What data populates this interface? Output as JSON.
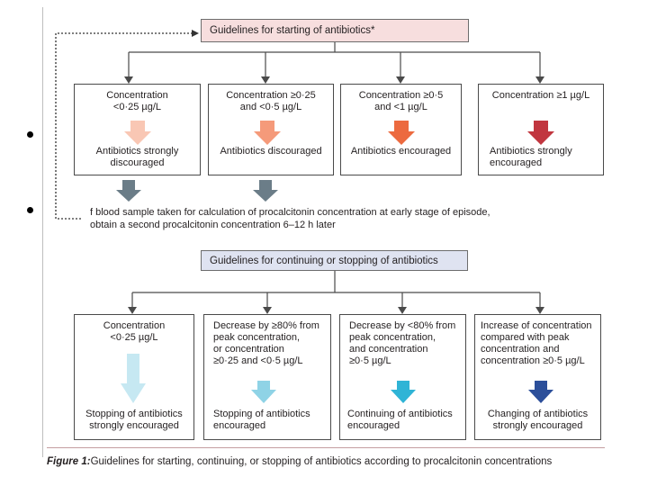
{
  "starting": {
    "header": "Guidelines for starting of antibiotics*",
    "header_bg": "#f7dede",
    "boxes": [
      {
        "top": "Concentration\n<0·25 µg/L",
        "bottom": "Antibiotics strongly\ndiscouraged",
        "arrow_color": "#f9c7b4"
      },
      {
        "top": "Concentration ≥0·25\nand <0·5 µg/L",
        "bottom": "Antibiotics discouraged",
        "arrow_color": "#f59a7a"
      },
      {
        "top": "Concentration ≥0·5\nand <1 µg/L",
        "bottom": "Antibiotics encouraged",
        "arrow_color": "#ec6a3f"
      },
      {
        "top": "Concentration ≥1 µg/L",
        "bottom": "Antibiotics strongly\nencouraged",
        "arrow_color": "#c1363f"
      }
    ]
  },
  "note": "f blood sample taken for calculation of procalcitonin concentration at early stage of episode,\nobtain a second procalcitonin concentration 6–12 h later",
  "note_arrow_color": "#6b7d88",
  "continuing": {
    "header": "Guidelines for continuing or stopping of antibiotics",
    "header_bg": "#dfe3f1",
    "boxes": [
      {
        "top": "Concentration\n<0·25 µg/L",
        "bottom": "Stopping of antibiotics\nstrongly encouraged",
        "arrow_color": "#c6e8f2"
      },
      {
        "top": "Decrease by ≥80% from\npeak concentration,\nor concentration\n≥0·25 and <0·5 µg/L",
        "bottom": "Stopping of antibiotics\nencouraged",
        "arrow_color": "#8fd3e6"
      },
      {
        "top": "Decrease by <80% from\npeak concentration,\nand concentration\n≥0·5 µg/L",
        "bottom": "Continuing of antibiotics\nencouraged",
        "arrow_color": "#2fb4d6"
      },
      {
        "top": "Increase of concentration\ncompared with peak\nconcentration and\nconcentration ≥0·5 µg/L",
        "bottom": "Changing of antibiotics\nstrongly encouraged",
        "arrow_color": "#2c4f9a"
      }
    ]
  },
  "caption": {
    "label": "Figure 1:",
    "text": "Guidelines for starting, continuing, or stopping of antibiotics according to procalcitonin concentrations"
  },
  "colors": {
    "line": "#4a4a4a",
    "rule": "#c49ea0"
  }
}
